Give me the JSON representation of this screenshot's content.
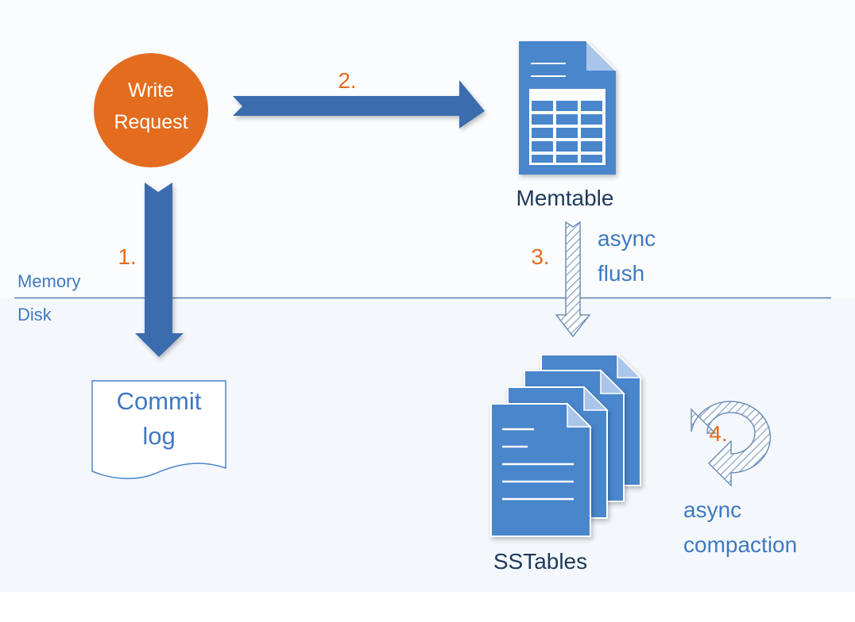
{
  "diagram": {
    "write_request": {
      "line1": "Write",
      "line2": "Request"
    },
    "step1": "1.",
    "step2": "2.",
    "step3": "3.",
    "step4": "4.",
    "memtable_label": "Memtable",
    "flush_label": {
      "line1": "async",
      "line2": "flush"
    },
    "memory_label": "Memory",
    "disk_label": "Disk",
    "commit_log": {
      "line1": "Commit",
      "line2": "log"
    },
    "sstables_label": "SSTables",
    "compaction_label": {
      "line1": "async",
      "line2": "compaction"
    }
  },
  "colors": {
    "orange": "#E46C1F",
    "blue_arrow": "#3A6DAE",
    "blue_doc": "#4A86CC",
    "blue_text": "#3F79C2",
    "dark_text": "#1F3A5A",
    "divider": "#5B7FA8",
    "disk_bg": "#F4F8FC"
  },
  "icons": [
    "write-request-circle",
    "memtable-document-icon",
    "commit-log-icon",
    "sstables-stack-icon",
    "compaction-cycle-icon"
  ]
}
